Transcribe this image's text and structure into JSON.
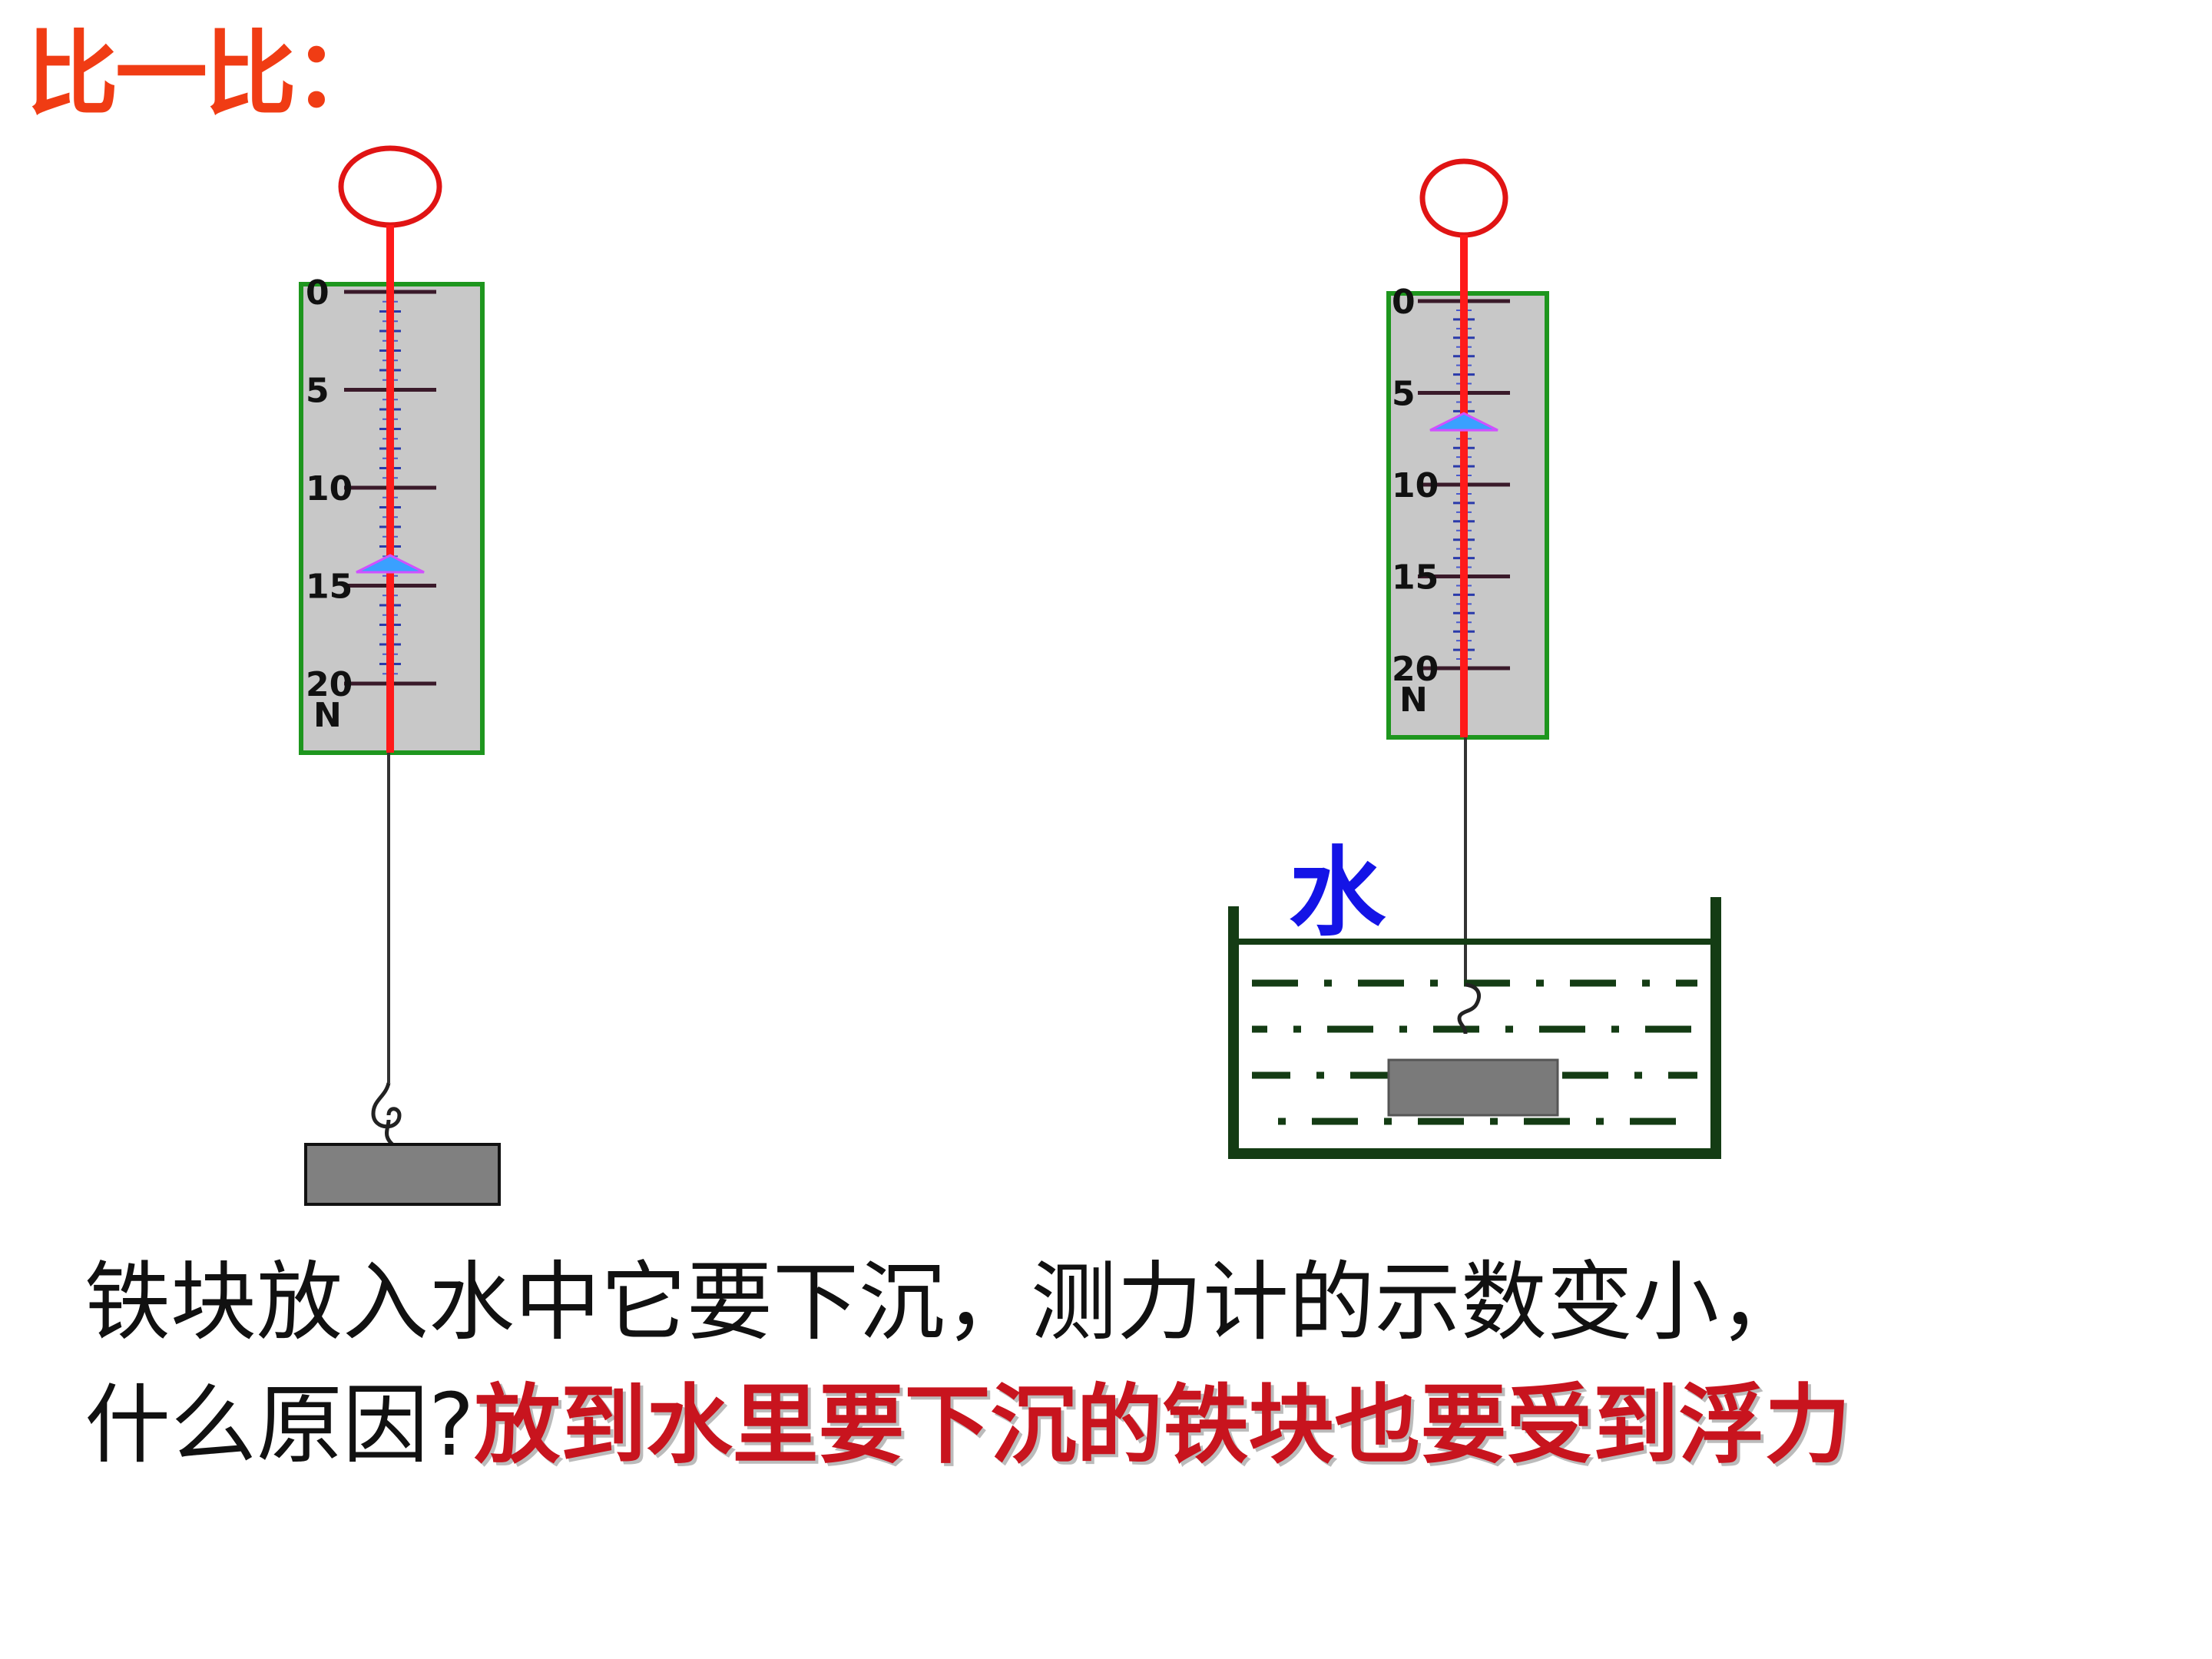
{
  "title": "比一比：",
  "scale_labels": [
    "0",
    "5",
    "10",
    "15",
    "20"
  ],
  "unit": "N",
  "water_label": "水",
  "scale_air": {
    "max": 20,
    "reading": 14
  },
  "scale_water": {
    "max": 20,
    "reading": 6.7
  },
  "question_line1": "铁块放入水中它要下沉，测力计的示数变小，",
  "question_line2": "什么原因?",
  "answer": "放到水里要下沉的铁块也要受到浮力",
  "colors": {
    "title": "#f03c14",
    "answer": "#c8141e",
    "water_label": "#1414e6",
    "frame": "#1e961e",
    "tank": "#143c14"
  }
}
